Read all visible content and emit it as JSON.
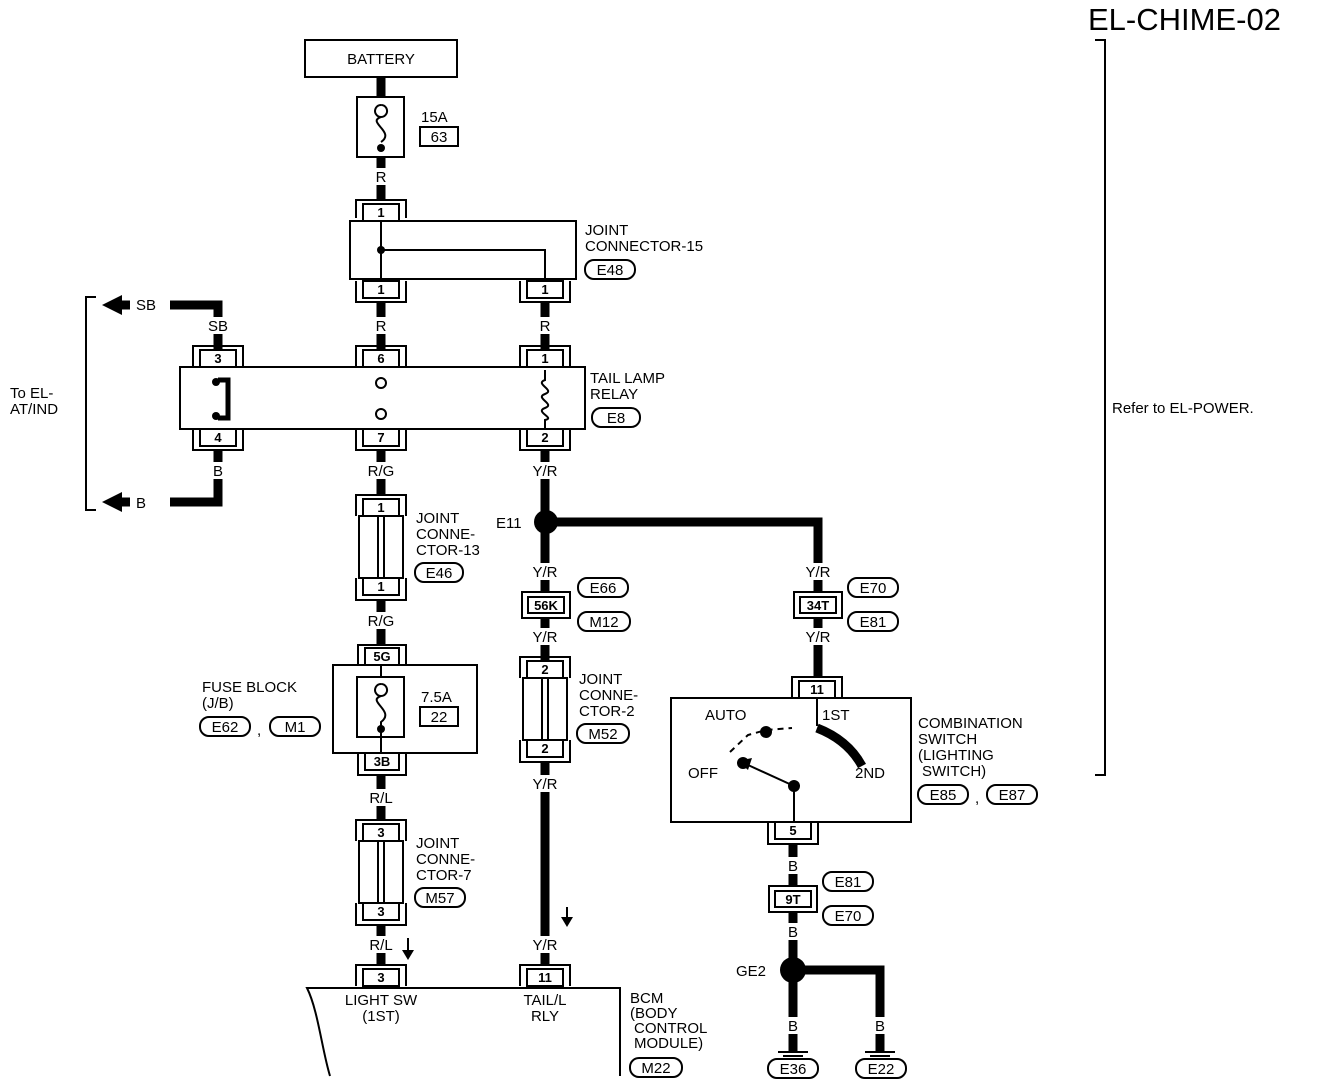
{
  "title": "EL-CHIME-02",
  "refer": "Refer to EL-POWER.",
  "battery": "BATTERY",
  "fuse_main": {
    "amp": "15A",
    "num": "63"
  },
  "wires": {
    "r1": "R",
    "r2": "R",
    "r3": "R",
    "sb": "SB",
    "sb_arrow": "SB",
    "b_out": "B",
    "b_arrow": "B",
    "rg1": "R/G",
    "rg2": "R/G",
    "yr1": "Y/R",
    "yr2": "Y/R",
    "yr3": "Y/R",
    "yr4": "Y/R",
    "yr5": "Y/R",
    "yr6": "Y/R",
    "rl1": "R/L",
    "rl2": "R/L",
    "b1": "B",
    "b2": "B",
    "b3": "B",
    "b4": "B"
  },
  "joint15": {
    "name1": "JOINT",
    "name2": "CONNECTOR-15",
    "conn": "E48",
    "pin_top": "1",
    "pin_bl": "1",
    "pin_br": "1"
  },
  "to_el": {
    "line1": "To EL-",
    "line2": "AT/IND"
  },
  "relay": {
    "name1": "TAIL LAMP",
    "name2": "RELAY",
    "conn": "E8",
    "pins": [
      "3",
      "6",
      "1",
      "4",
      "7",
      "2"
    ]
  },
  "joint13": {
    "name1": "JOINT",
    "name2": "CONNE-",
    "name3": "CTOR-13",
    "conn": "E46",
    "pin_top": "1",
    "pin_bot": "1"
  },
  "splice_e11": "E11",
  "inline1": {
    "pin": "56K",
    "conn_top": "E66",
    "conn_bot": "M12"
  },
  "inline2": {
    "pin": "34T",
    "conn_top": "E70",
    "conn_bot": "E81"
  },
  "fuseblock": {
    "name1": "FUSE BLOCK",
    "name2": "(J/B)",
    "conn1": "E62",
    "sep": ",",
    "conn2": "M1",
    "amp": "7.5A",
    "num": "22",
    "pin_top": "5G",
    "pin_bot": "3B"
  },
  "joint2": {
    "name1": "JOINT",
    "name2": "CONNE-",
    "name3": "CTOR-2",
    "conn": "M52",
    "pin_top": "2",
    "pin_bot": "2"
  },
  "combo": {
    "name1": "COMBINATION",
    "name2": "SWITCH",
    "name3": "(LIGHTING",
    "name4": "SWITCH)",
    "conn1": "E85",
    "sep": ",",
    "conn2": "E87",
    "pos_auto": "AUTO",
    "pos_1st": "1ST",
    "pos_off": "OFF",
    "pos_2nd": "2ND",
    "pin_top": "11",
    "pin_bot": "5"
  },
  "joint7": {
    "name1": "JOINT",
    "name2": "CONNE-",
    "name3": "CTOR-7",
    "conn": "M57",
    "pin_top": "3",
    "pin_bot": "3"
  },
  "inline3": {
    "pin": "9T",
    "conn_top": "E81",
    "conn_bot": "E70"
  },
  "ground": {
    "splice": "GE2",
    "g1": "E36",
    "g2": "E22"
  },
  "bcm": {
    "name1": "BCM",
    "name2": "(BODY",
    "name3": "CONTROL",
    "name4": "MODULE)",
    "conn": "M22",
    "pin1": "3",
    "pin2": "11",
    "term1a": "LIGHT SW",
    "term1b": "(1ST)",
    "term2a": "TAIL/L",
    "term2b": "RLY"
  }
}
